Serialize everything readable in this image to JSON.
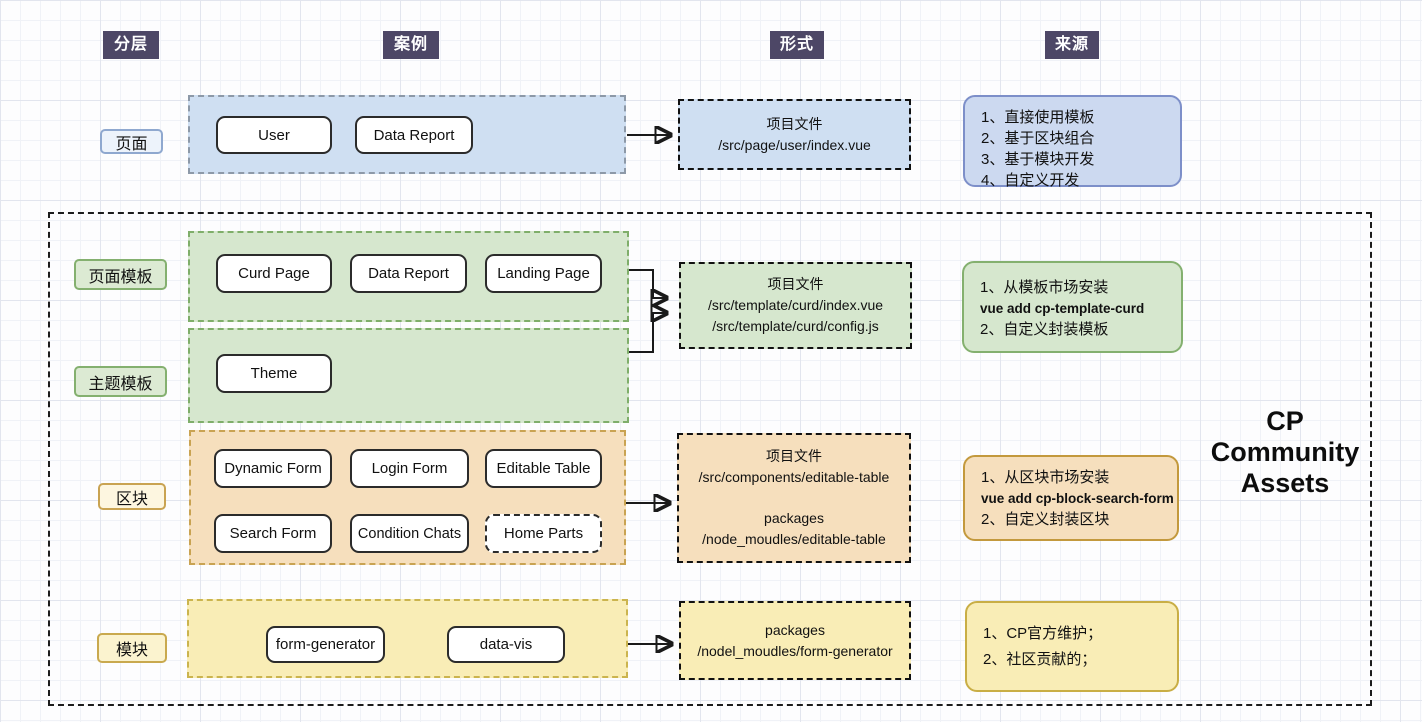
{
  "headers": {
    "layer": "分层",
    "example": "案例",
    "form": "形式",
    "source": "来源"
  },
  "side_label": {
    "lines": [
      "CP",
      "Community",
      "Assets"
    ]
  },
  "colors": {
    "header_bg": "#4d4766",
    "page_fill": "#cfdff2",
    "page_source_border": "#7d8fc9",
    "template_fill": "#d6e7ce",
    "template_border": "#84b06f",
    "block_fill": "#f6dfbd",
    "block_border": "#c9a352",
    "module_fill": "#f9edb6",
    "module_border": "#c9ae45",
    "arrow": "#1a1a1a"
  },
  "rows": {
    "page": {
      "label": "页面",
      "examples": [
        "User",
        "Data Report"
      ],
      "form": [
        "项目文件",
        "/src/page/user/index.vue"
      ],
      "source": [
        "1、直接使用模板",
        "2、基于区块组合",
        "3、基于模块开发",
        "4、自定义开发"
      ]
    },
    "template": {
      "label_page": "页面模板",
      "label_theme": "主题模板",
      "examples_page": [
        "Curd Page",
        "Data Report",
        "Landing Page"
      ],
      "examples_theme": [
        "Theme"
      ],
      "form": [
        "项目文件",
        "/src/template/curd/index.vue",
        "/src/template/curd/config.js"
      ],
      "source": [
        "1、从模板市场安装",
        "vue add cp-template-curd",
        "2、自定义封装模板"
      ]
    },
    "block": {
      "label": "区块",
      "examples_row1": [
        "Dynamic Form",
        "Login Form",
        "Editable Table"
      ],
      "examples_row2": [
        "Search Form",
        "Condition Chats",
        "Home Parts"
      ],
      "form": [
        "项目文件",
        "/src/components/editable-table",
        "packages",
        "/node_moudles/editable-table"
      ],
      "source": [
        "1、从区块市场安装",
        "vue add cp-block-search-form",
        "2、自定义封装区块"
      ]
    },
    "module": {
      "label": "模块",
      "examples": [
        "form-generator",
        "data-vis"
      ],
      "form": [
        "packages",
        "/nodel_moudles/form-generator"
      ],
      "source": [
        "1、CP官方维护；",
        "2、社区贡献的；"
      ]
    }
  }
}
